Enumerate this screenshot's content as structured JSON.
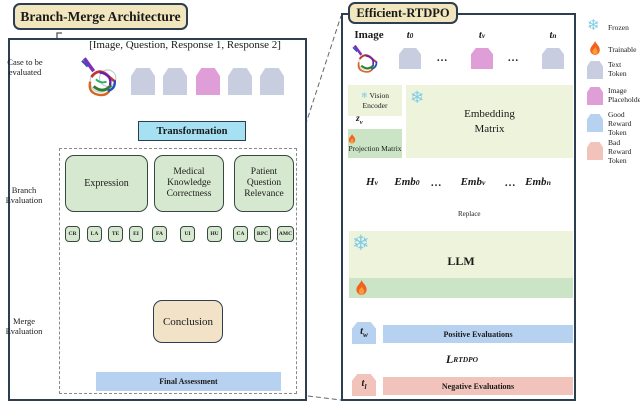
{
  "left_panel": {
    "title": "Branch-Merge Architecture",
    "case_label": "Case to be evaluated",
    "tuple": "[Image, Question, Response 1, Response 2]",
    "transformation": "Transformation",
    "branch_label": "Branch Evaluation",
    "merge_label": "Merge Evaluation",
    "branches": [
      {
        "name": "Expression",
        "metrics": [
          "CR",
          "LA",
          "TE",
          "EI"
        ]
      },
      {
        "name": "Medical Knowledge Correctness",
        "metrics": [
          "FA",
          "UI",
          "HU"
        ]
      },
      {
        "name": "Patient Question Relevance",
        "metrics": [
          "CA",
          "RPC",
          "AMC"
        ]
      }
    ],
    "conclusion": "Conclusion",
    "final_assessment": "Final Assessment"
  },
  "right_panel": {
    "title": "Efficient-RTDPO",
    "image_label": "Image",
    "dots": "…",
    "tokens_top": {
      "t0": {
        "base": "t",
        "sub": "0"
      },
      "tv": {
        "base": "t",
        "sub": "v"
      },
      "tn": {
        "base": "t",
        "sub": "n"
      }
    },
    "vision_encoder": "Vision Encoder",
    "zv": {
      "base": "z",
      "sub": "v"
    },
    "projection": "Projection Matrix",
    "embedding": "Embedding Matrix",
    "emb_row": {
      "hv": {
        "base": "H",
        "sub": "v"
      },
      "emb0": {
        "base": "Emb",
        "sub": "0"
      },
      "embv": {
        "base": "Emb",
        "sub": "v"
      },
      "embn": {
        "base": "Emb",
        "sub": "n"
      }
    },
    "replace": "Replace",
    "llm": "LLM",
    "tw": {
      "base": "t",
      "sub": "w"
    },
    "tl": {
      "base": "t",
      "sub": "l"
    },
    "loss": {
      "base": "L",
      "sub": "RTDPO"
    },
    "positive": "Positive Evaluations",
    "negative": "Negative Evaluations"
  },
  "legend": {
    "items": [
      {
        "icon": "snowflake-icon",
        "label": "Frozen"
      },
      {
        "icon": "flame-icon",
        "label": "Trainable"
      },
      {
        "icon": "text-token",
        "label": "Text Token"
      },
      {
        "icon": "image-placeholder-token",
        "label": "Image Placeholder"
      },
      {
        "icon": "good-reward-token",
        "label": "Good Reward Token"
      },
      {
        "icon": "bad-reward-token",
        "label": "Bad Reward Token"
      }
    ]
  },
  "colors": {
    "border_dark": "#2c3e50",
    "tan": "#f1e6bd",
    "arrow_blue": "#9bd7f2",
    "box_green": "#d7e8d0",
    "pale_green": "#eef3db",
    "strip_green": "#cbe4c5",
    "token_gray": "#c8cedf",
    "image_pink": "#df9ed8",
    "good_blue": "#b7d1f1",
    "bad_salmon": "#f1c3ba",
    "frozen_blue": "#7fcbe8",
    "flame_orange": "#f2611d",
    "transformation_blue": "#a5e0f3",
    "conclusion_tan": "#f1e2c8"
  }
}
